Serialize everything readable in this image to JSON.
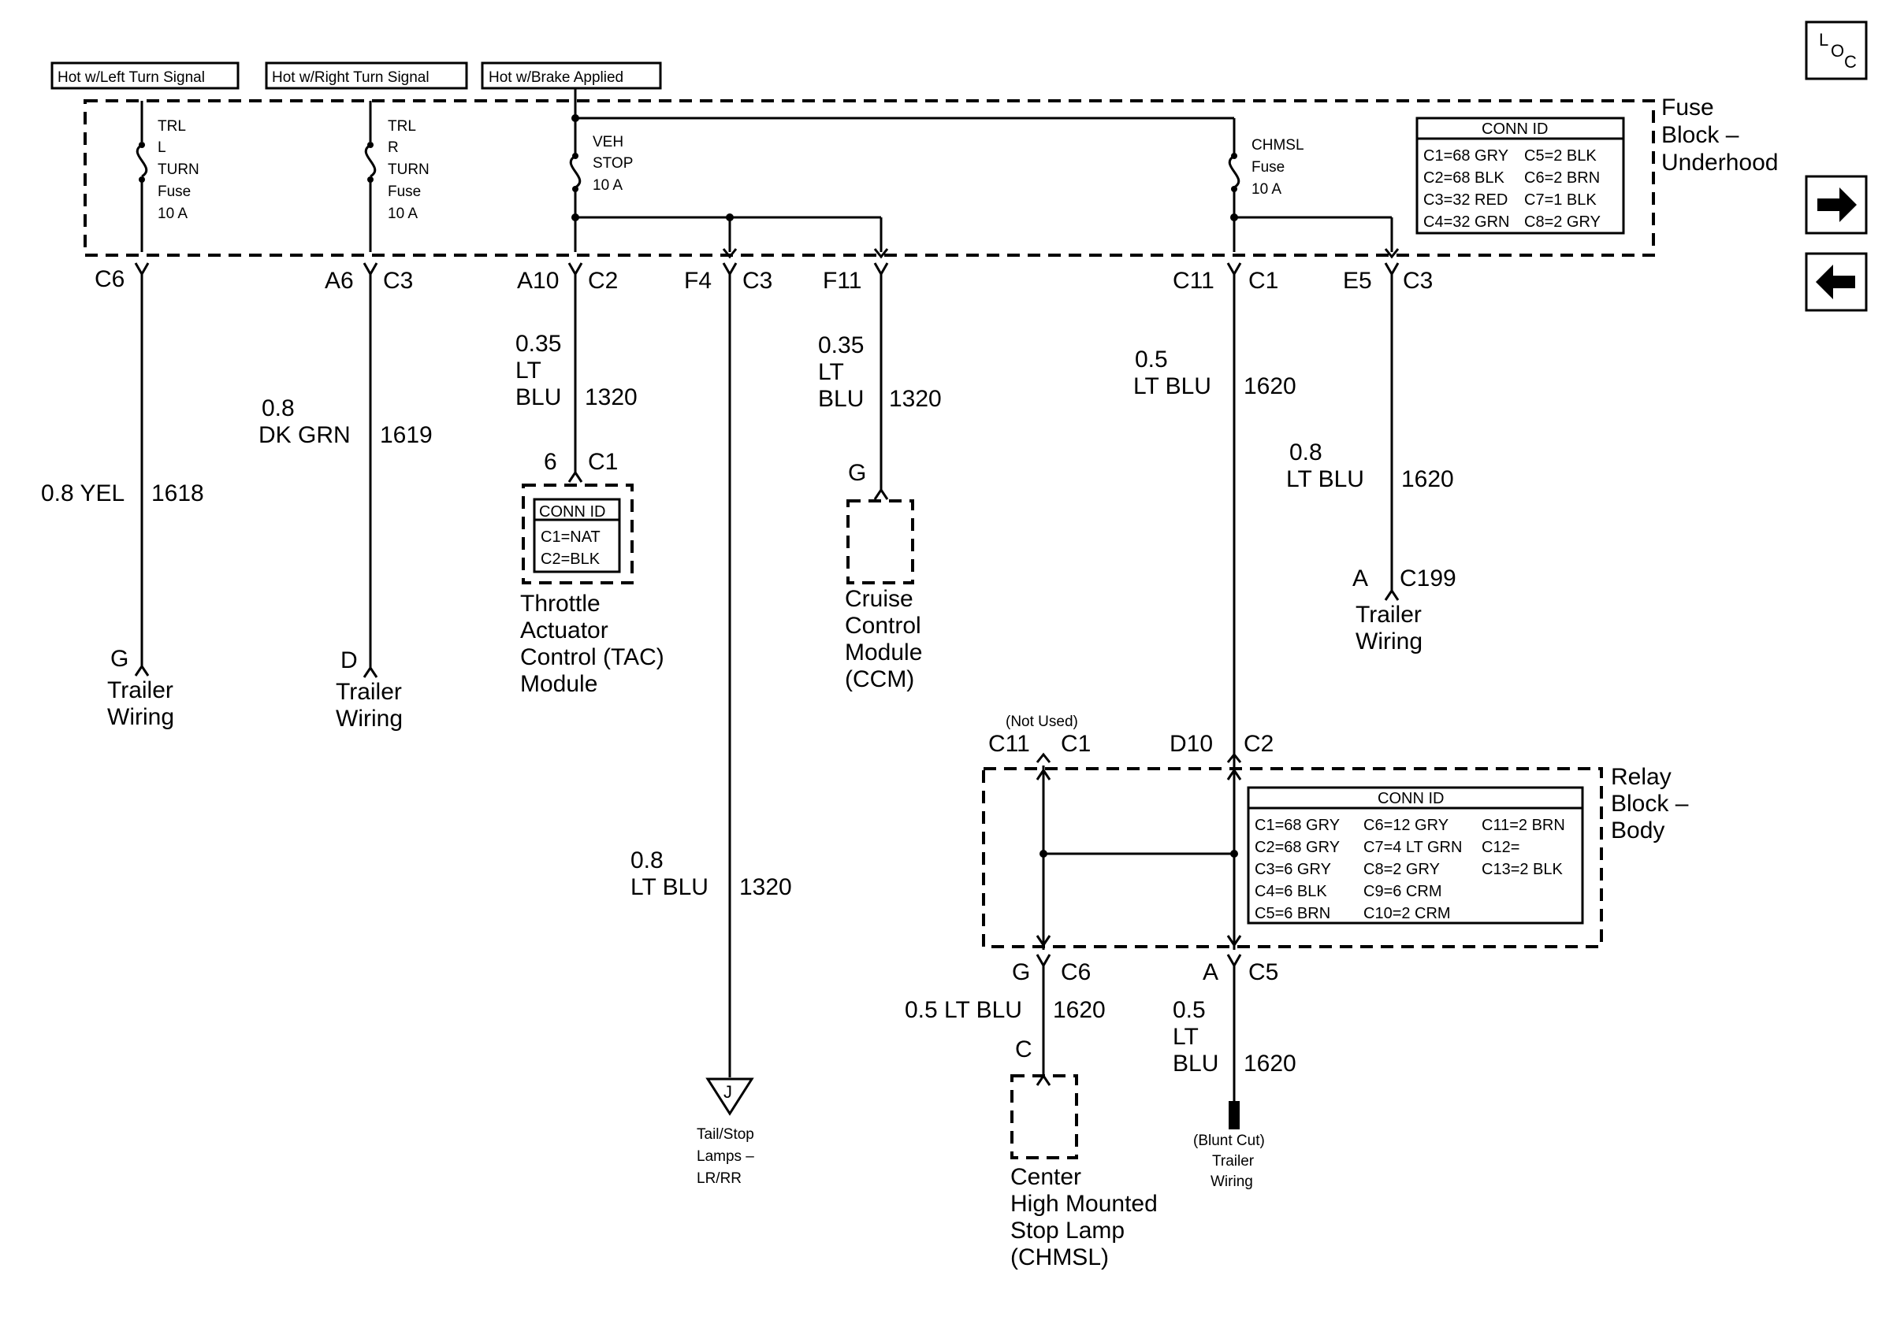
{
  "loc_label": {
    "l": "L",
    "o": "O",
    "c": "C"
  },
  "nav": {
    "forward_glyph": "🡒",
    "back_glyph": "🡐"
  },
  "hot_labels": {
    "left": "Hot w/Left Turn Signal",
    "right": "Hot w/Right Turn Signal",
    "brake": "Hot w/Brake Applied"
  },
  "fuse_block": {
    "title": [
      "Fuse",
      "Block –",
      "Underhood"
    ],
    "fuses": {
      "trl_l": [
        "TRL",
        "L",
        "TURN",
        "Fuse",
        "10 A"
      ],
      "trl_r": [
        "TRL",
        "R",
        "TURN",
        "Fuse",
        "10 A"
      ],
      "veh_stop": [
        "VEH",
        "STOP",
        "10 A"
      ],
      "chmsl": [
        "CHMSL",
        "Fuse",
        "10 A"
      ]
    },
    "conn_id": {
      "title": "CONN ID",
      "rows": [
        [
          "C1=68 GRY",
          "C5=2 BLK"
        ],
        [
          "C2=68 BLK",
          "C6=2 BRN"
        ],
        [
          "C3=32 RED",
          "C7=1 BLK"
        ],
        [
          "C4=32 GRN",
          "C8=2 GRY"
        ]
      ]
    }
  },
  "connectors_top": {
    "c6": "C6",
    "a6": "A6",
    "a6_conn": "C3",
    "a10": "A10",
    "a10_conn": "C2",
    "f4": "F4",
    "f4_conn": "C3",
    "f11": "F11",
    "c11": "C11",
    "c11_conn": "C1",
    "e5": "E5",
    "e5_conn": "C3"
  },
  "wires": {
    "w1618": {
      "size_color": "0.8 YEL",
      "circuit": "1618"
    },
    "w1619": {
      "size": "0.8",
      "color": "DK GRN",
      "circuit": "1619"
    },
    "w1320a": {
      "size": "0.35",
      "color1": "LT",
      "color2": "BLU",
      "circuit": "1320"
    },
    "w1320b": {
      "size": "0.35",
      "color1": "LT",
      "color2": "BLU",
      "circuit": "1320"
    },
    "w1320c": {
      "size": "0.8",
      "color": "LT BLU",
      "circuit": "1320"
    },
    "w1620a": {
      "size": "0.5",
      "color": "LT BLU",
      "circuit": "1620"
    },
    "w1620b": {
      "size": "0.8",
      "color": "LT BLU",
      "circuit": "1620"
    },
    "w1620c": {
      "size_color": "0.5 LT BLU",
      "circuit": "1620"
    },
    "w1620d": {
      "size": "0.5",
      "color1": "LT",
      "color2": "BLU",
      "circuit": "1620"
    }
  },
  "components": {
    "trailer_g": {
      "pin": "G",
      "name": [
        "Trailer",
        "Wiring"
      ]
    },
    "trailer_d": {
      "pin": "D",
      "name": [
        "Trailer",
        "Wiring"
      ]
    },
    "tac": {
      "pin": "6",
      "conn": "C1",
      "conn_id": {
        "title": "CONN ID",
        "rows": [
          "C1=NAT",
          "C2=BLK"
        ]
      },
      "name": [
        "Throttle",
        "Actuator",
        "Control (TAC)",
        "Module"
      ]
    },
    "ccm": {
      "pin": "G",
      "name": [
        "Cruise",
        "Control",
        "Module",
        "(CCM)"
      ]
    },
    "tail_stop": {
      "ref": "J",
      "name": [
        "Tail/Stop",
        "Lamps –",
        "LR/RR"
      ]
    },
    "trailer_c199": {
      "pin": "A",
      "conn": "C199",
      "name": [
        "Trailer",
        "Wiring"
      ]
    },
    "chmsl": {
      "pin": "C",
      "name": [
        "Center",
        "High Mounted",
        "Stop Lamp",
        "(CHMSL)"
      ]
    },
    "blunt_cut": {
      "name": [
        "(Blunt Cut)",
        "Trailer",
        "Wiring"
      ]
    }
  },
  "relay_block": {
    "title": [
      "Relay",
      "Block –",
      "Body"
    ],
    "not_used": "(Not Used)",
    "top_left_pin": "C11",
    "top_left_conn": "C1",
    "top_right_pin": "D10",
    "top_right_conn": "C2",
    "bottom_left_pin": "G",
    "bottom_left_conn": "C6",
    "bottom_right_pin": "A",
    "bottom_right_conn": "C5",
    "conn_id": {
      "title": "CONN ID",
      "rows": [
        [
          "C1=68 GRY",
          "C6=12 GRY",
          "C11=2 BRN"
        ],
        [
          "C2=68 GRY",
          "C7=4 LT GRN",
          "C12="
        ],
        [
          "C3=6 GRY",
          "C8=2 GRY",
          "C13=2 BLK"
        ],
        [
          "C4=6 BLK",
          "C9=6 CRM",
          ""
        ],
        [
          "C5=6 BRN",
          "C10=2 CRM",
          ""
        ]
      ]
    }
  }
}
